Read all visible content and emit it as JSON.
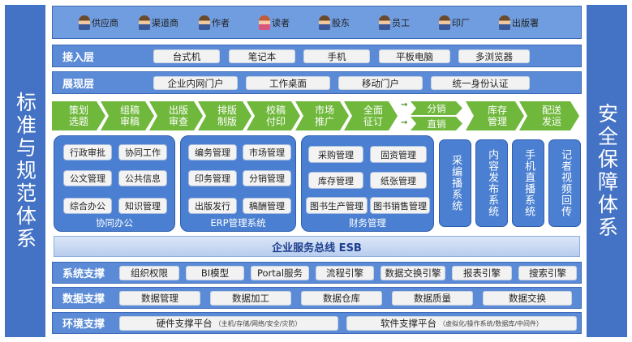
{
  "left_sidebar": {
    "label": "标准与规范体系"
  },
  "right_sidebar": {
    "label": "安全保障体系"
  },
  "roles": [
    {
      "label": "供应商",
      "female": false
    },
    {
      "label": "渠道商",
      "female": false
    },
    {
      "label": "作者",
      "female": false
    },
    {
      "label": "读者",
      "female": true
    },
    {
      "label": "股东",
      "female": false
    },
    {
      "label": "员工",
      "female": false
    },
    {
      "label": "印厂",
      "female": false
    },
    {
      "label": "出版署",
      "female": false
    }
  ],
  "access_layer": {
    "title": "接入层",
    "items": [
      "台式机",
      "笔记本",
      "手机",
      "平板电脑",
      "多浏览器"
    ]
  },
  "display_layer": {
    "title": "展现层",
    "items": [
      "企业内网门户",
      "工作桌面",
      "移动门户",
      "统一身份认证"
    ]
  },
  "flow": {
    "steps": [
      "策划\n选题",
      "组稿\n审稿",
      "出版\n审查",
      "排版\n制版",
      "校稿\n付印",
      "市场\n推广",
      "全面\n征订"
    ],
    "branch": [
      "分销",
      "直销"
    ],
    "after": [
      "库存\n管理",
      "配送\n发运"
    ]
  },
  "office_group": {
    "title": "协同办公",
    "items": [
      "行政审批",
      "协同工作",
      "公文管理",
      "公共信息",
      "综合办公",
      "知识管理"
    ]
  },
  "erp_group": {
    "title": "ERP管理系统",
    "items": [
      "编务管理",
      "市场管理",
      "印务管理",
      "分销管理",
      "出版发行",
      "稿酬管理"
    ]
  },
  "finance_group": {
    "title": "财务管理",
    "items": [
      "采购管理",
      "固资管理",
      "库存管理",
      "纸张管理",
      "图书生产管理",
      "图书销售管理"
    ]
  },
  "vertical_systems": [
    "采编播系统",
    "内容发布系统",
    "手机直播系统",
    "记者视频回传"
  ],
  "esb": {
    "label": "企业服务总线 ESB"
  },
  "system_support": {
    "title": "系统支撑",
    "items": [
      "组织权限",
      "BI模型",
      "Portal服务",
      "流程引擎",
      "数据交换引擎",
      "报表引擎",
      "搜索引擎"
    ]
  },
  "data_support": {
    "title": "数据支撑",
    "items": [
      "数据管理",
      "数据加工",
      "数据仓库",
      "数据质量",
      "数据交换"
    ]
  },
  "env_support": {
    "title": "环境支撑",
    "items": [
      {
        "main": "硬件支撑平台",
        "sub": "（主机/存储/网络/安全/灾防）"
      },
      {
        "main": "软件支撑平台",
        "sub": "（虚拟化/操作系统/数据库/中间件）"
      }
    ]
  }
}
